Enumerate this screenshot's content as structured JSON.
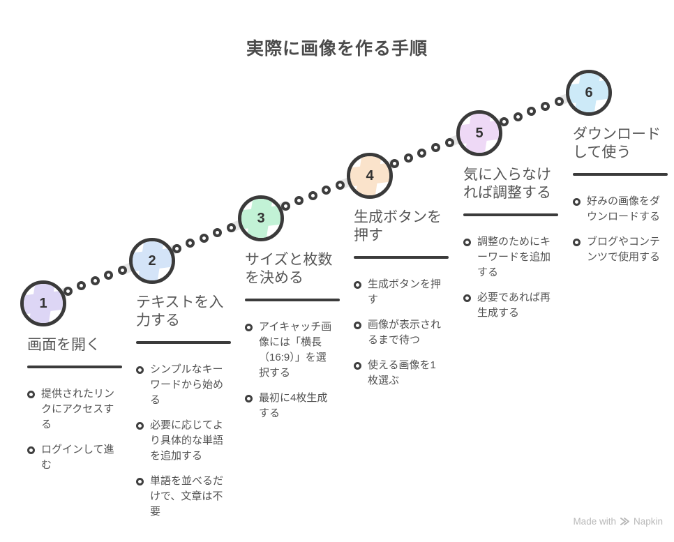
{
  "title": "実際に画像を作る手順",
  "steps": [
    {
      "number": "1",
      "color": "#ddd6f5",
      "title": "画面を開く",
      "bullets": [
        "提供されたリンクにアクセスする",
        "ログインして進む"
      ]
    },
    {
      "number": "2",
      "color": "#d4e4f8",
      "title": "テキストを入力する",
      "bullets": [
        "シンプルなキーワードから始める",
        "必要に応じてより具体的な単語を追加する",
        "単語を並べるだけで、文章は不要"
      ]
    },
    {
      "number": "3",
      "color": "#c2f2d6",
      "title": "サイズと枚数を決める",
      "bullets": [
        "アイキャッチ画像には「横長（16:9）」を選択する",
        "最初に4枚生成する"
      ]
    },
    {
      "number": "4",
      "color": "#fae3cb",
      "title": "生成ボタンを押す",
      "bullets": [
        "生成ボタンを押す",
        "画像が表示されるまで待つ",
        "使える画像を1枚選ぶ"
      ]
    },
    {
      "number": "5",
      "color": "#eed9f6",
      "title": "気に入らなければ調整する",
      "bullets": [
        "調整のためにキーワードを追加する",
        "必要であれば再生成する"
      ]
    },
    {
      "number": "6",
      "color": "#cdeaf8",
      "title": "ダウンロードして使う",
      "bullets": [
        "好みの画像をダウンロードする",
        "ブログやコンテンツで使用する"
      ]
    }
  ],
  "footer": {
    "made_with": "Made with",
    "brand": "Napkin"
  },
  "colors": {
    "outline": "#3a3a3a",
    "title_text": "#4b4b4b",
    "body_text": "#515151",
    "connector_dot": "#3d3d3d",
    "connector_stub": "#e6e6e6",
    "footer_text": "#b8b8b8"
  }
}
